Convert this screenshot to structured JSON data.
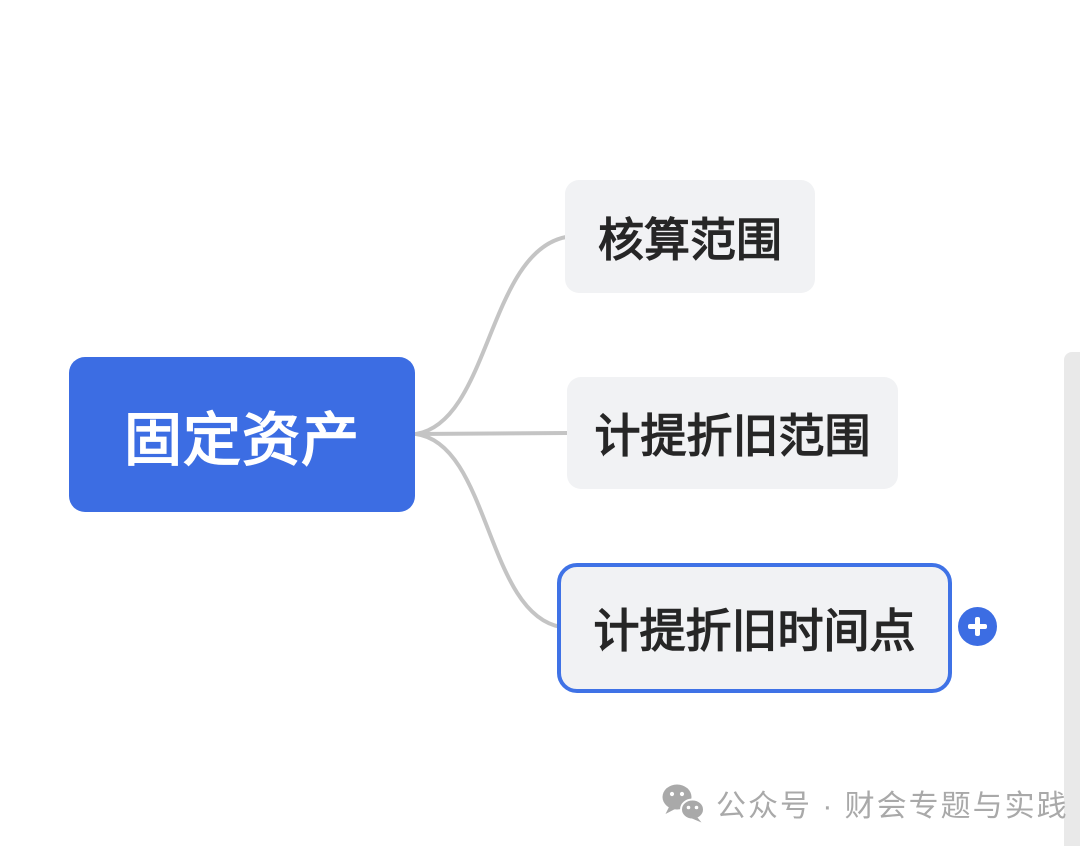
{
  "app": {
    "type": "mind-map-editor",
    "background_color": "#ffffff"
  },
  "mindmap": {
    "root": {
      "label": "固定资产",
      "bg_color": "#3c6de3",
      "text_color": "#ffffff"
    },
    "children": [
      {
        "label": "核算范围",
        "selected": false
      },
      {
        "label": "计提折旧范围",
        "selected": false
      },
      {
        "label": "计提折旧时间点",
        "selected": true
      }
    ],
    "child_bg_color": "#f1f2f4",
    "child_text_color": "#262626",
    "selected_border_color": "#3f72e6",
    "connector_color": "#c4c4c4",
    "add_button": {
      "icon": "plus-icon",
      "bg_color": "#3c6de3"
    }
  },
  "right_edge_panel": {
    "color": "#e9e9e9",
    "note": "partially visible element cut off at right edge"
  },
  "watermark": {
    "icon": "wechat-icon",
    "text": "公众号 · 财会专题与实践",
    "color": "#a9a9a9"
  }
}
